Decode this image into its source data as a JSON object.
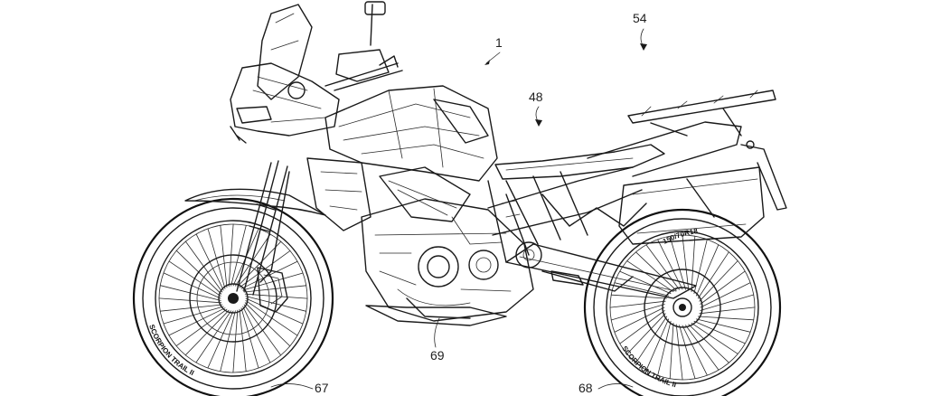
{
  "labels": {
    "ref_1": "1",
    "ref_54": "54",
    "ref_48": "48",
    "ref_69": "69",
    "ref_67": "67",
    "ref_68": "68"
  },
  "tire": {
    "rear_size": "150/70R18",
    "front_sidewall": "SCORPION TRAIL II",
    "rear_sidewall": "SCORPION TRAIL II"
  },
  "colors": {
    "line": "#1a1a1a",
    "background": "#ffffff"
  }
}
